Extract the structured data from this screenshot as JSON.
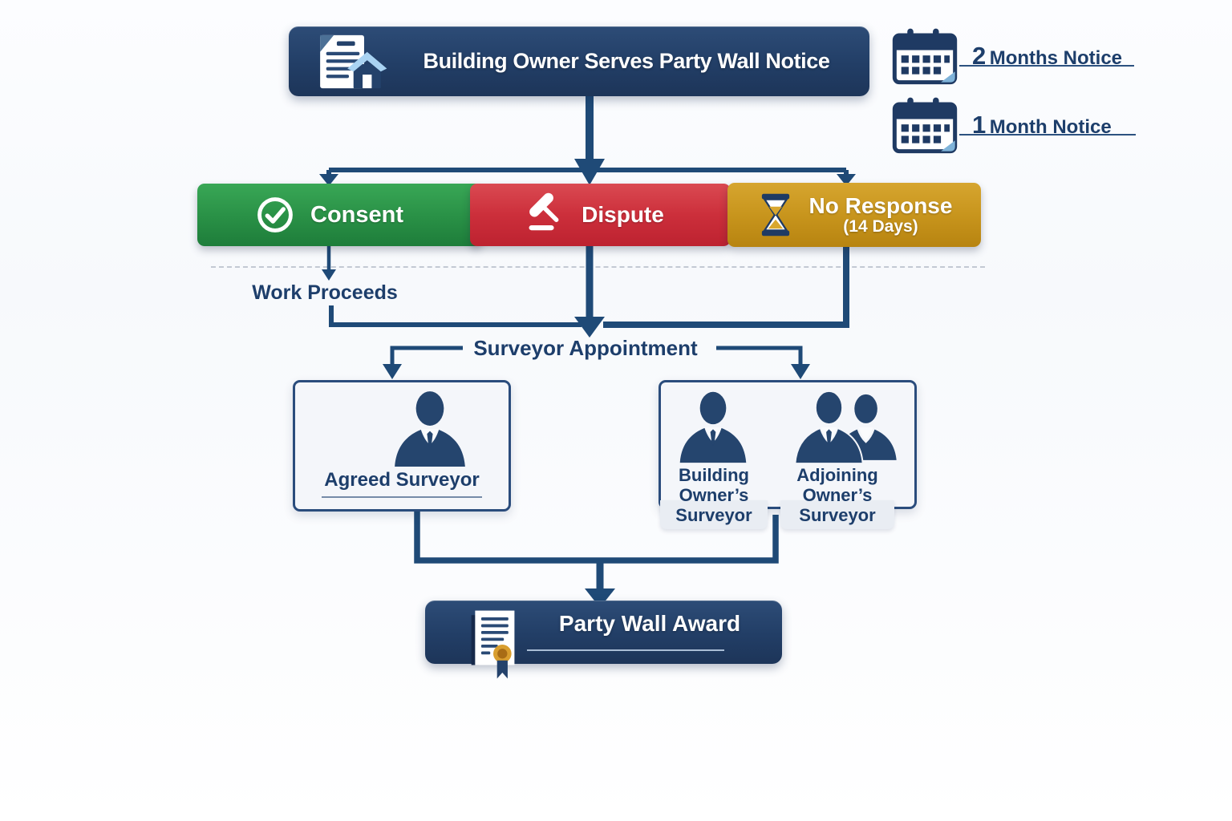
{
  "title_box": {
    "label": "Building Owner Serves Party Wall Notice",
    "icon": "document-house-icon"
  },
  "notice_periods": [
    {
      "number": "2",
      "label": "Months Notice",
      "icon": "calendar-icon"
    },
    {
      "number": "1",
      "label": "Month Notice",
      "icon": "calendar-icon"
    }
  ],
  "branches": [
    {
      "id": "consent",
      "label": "Consent",
      "icon": "check-circle-icon",
      "color": "#2a9247"
    },
    {
      "id": "dispute",
      "label": "Dispute",
      "icon": "gavel-icon",
      "color": "#cc2f3b"
    },
    {
      "id": "no_response",
      "label": "No Response",
      "sublabel": "(14 Days)",
      "icon": "hourglass-icon",
      "color": "#c8951d"
    }
  ],
  "outcomes": {
    "work_proceeds": "Work Proceeds",
    "surveyor_appointment": "Surveyor Appointment"
  },
  "surveyors": {
    "agreed": {
      "label": "Agreed Surveyor",
      "icon": "person-icon"
    },
    "building": {
      "lines": [
        "Building",
        "Owner’s",
        "Surveyor"
      ],
      "icon": "person-icon"
    },
    "adjoining": {
      "lines": [
        "Adjoining",
        "Owner’s",
        "Surveyor"
      ],
      "icon": "two-persons-icon"
    }
  },
  "final": {
    "label": "Party Wall Award",
    "icon": "certificate-icon"
  },
  "colors": {
    "navy_box": "#223e66",
    "connector": "#1f4a77",
    "green": "#2a9247",
    "red": "#cc2f3b",
    "gold": "#c8951d",
    "text_navy": "#1d3e6b",
    "light_box_bg": "#f4f6fa"
  }
}
